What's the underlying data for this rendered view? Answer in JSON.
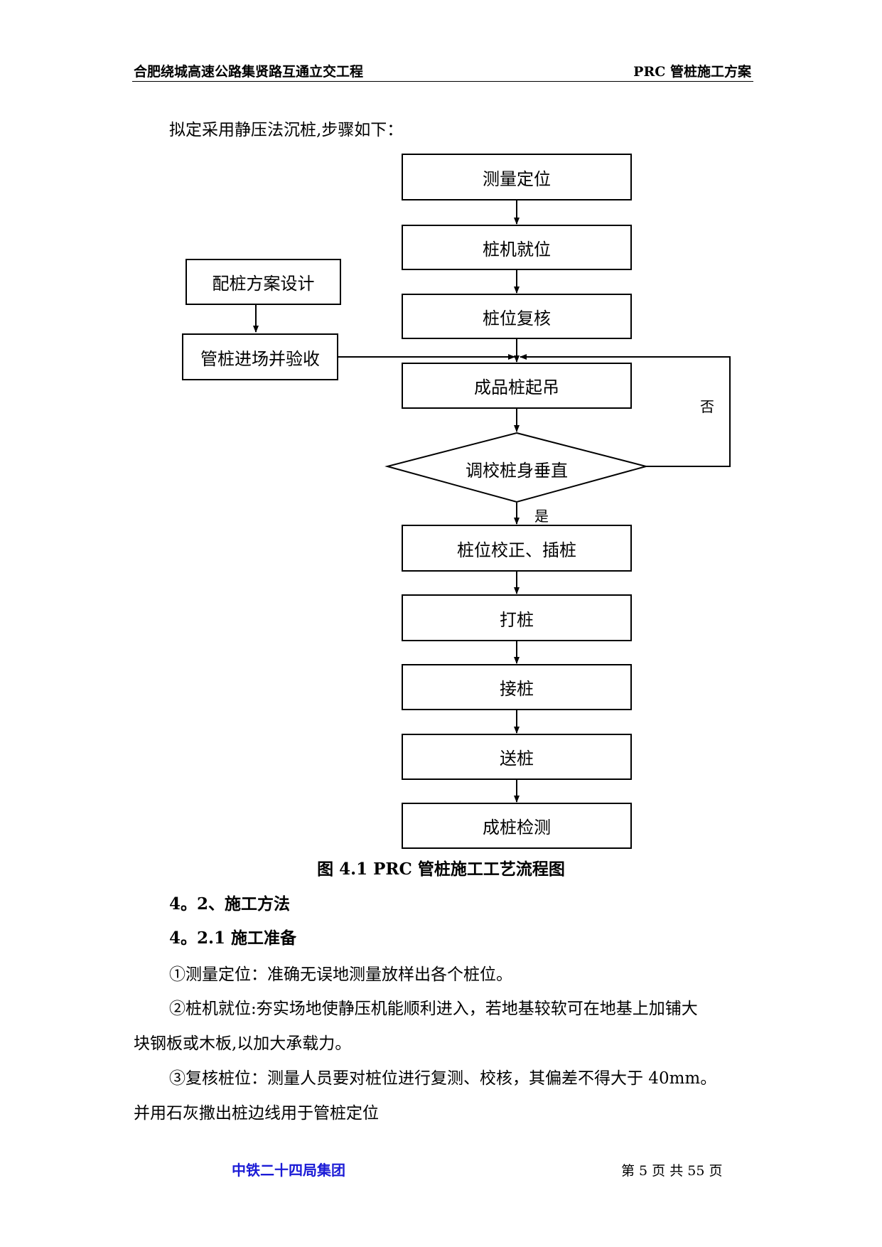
{
  "header": {
    "left": "合肥绕城高速公路集贤路互通立交工程",
    "right": "PRC 管桩施工方案"
  },
  "intro": "拟定采用静压法沉桩,步骤如下：",
  "flowchart": {
    "main_steps": [
      "测量定位",
      "桩机就位",
      "桩位复核",
      "成品桩起吊"
    ],
    "decision": "调校桩身垂直",
    "after_steps": [
      "桩位校正、插桩",
      "打桩",
      "接桩",
      "送桩",
      "成桩检测"
    ],
    "side_steps": [
      "配桩方案设计",
      "管桩进场并验收"
    ],
    "label_no": "否",
    "label_yes": "是"
  },
  "caption": "图 4.1   PRC 管桩施工工艺流程图",
  "section": {
    "h1": "4。2、施工方法",
    "h2": "4。2.1 施工准备",
    "p1": "①测量定位：准确无误地测量放样出各个桩位。",
    "p2a": "②桩机就位:夯实场地使静压机能顺利进入，若地基较软可在地基上加铺大",
    "p2b": "块钢板或木板,以加大承载力。",
    "p3a": "③复核桩位：测量人员要对桩位进行复测、校核，其偏差不得大于 40mm。",
    "p3b": "并用石灰撒出桩边线用于管桩定位"
  },
  "footer": {
    "company": "中铁二十四局集团",
    "page": "第 5 页  共 55 页"
  }
}
